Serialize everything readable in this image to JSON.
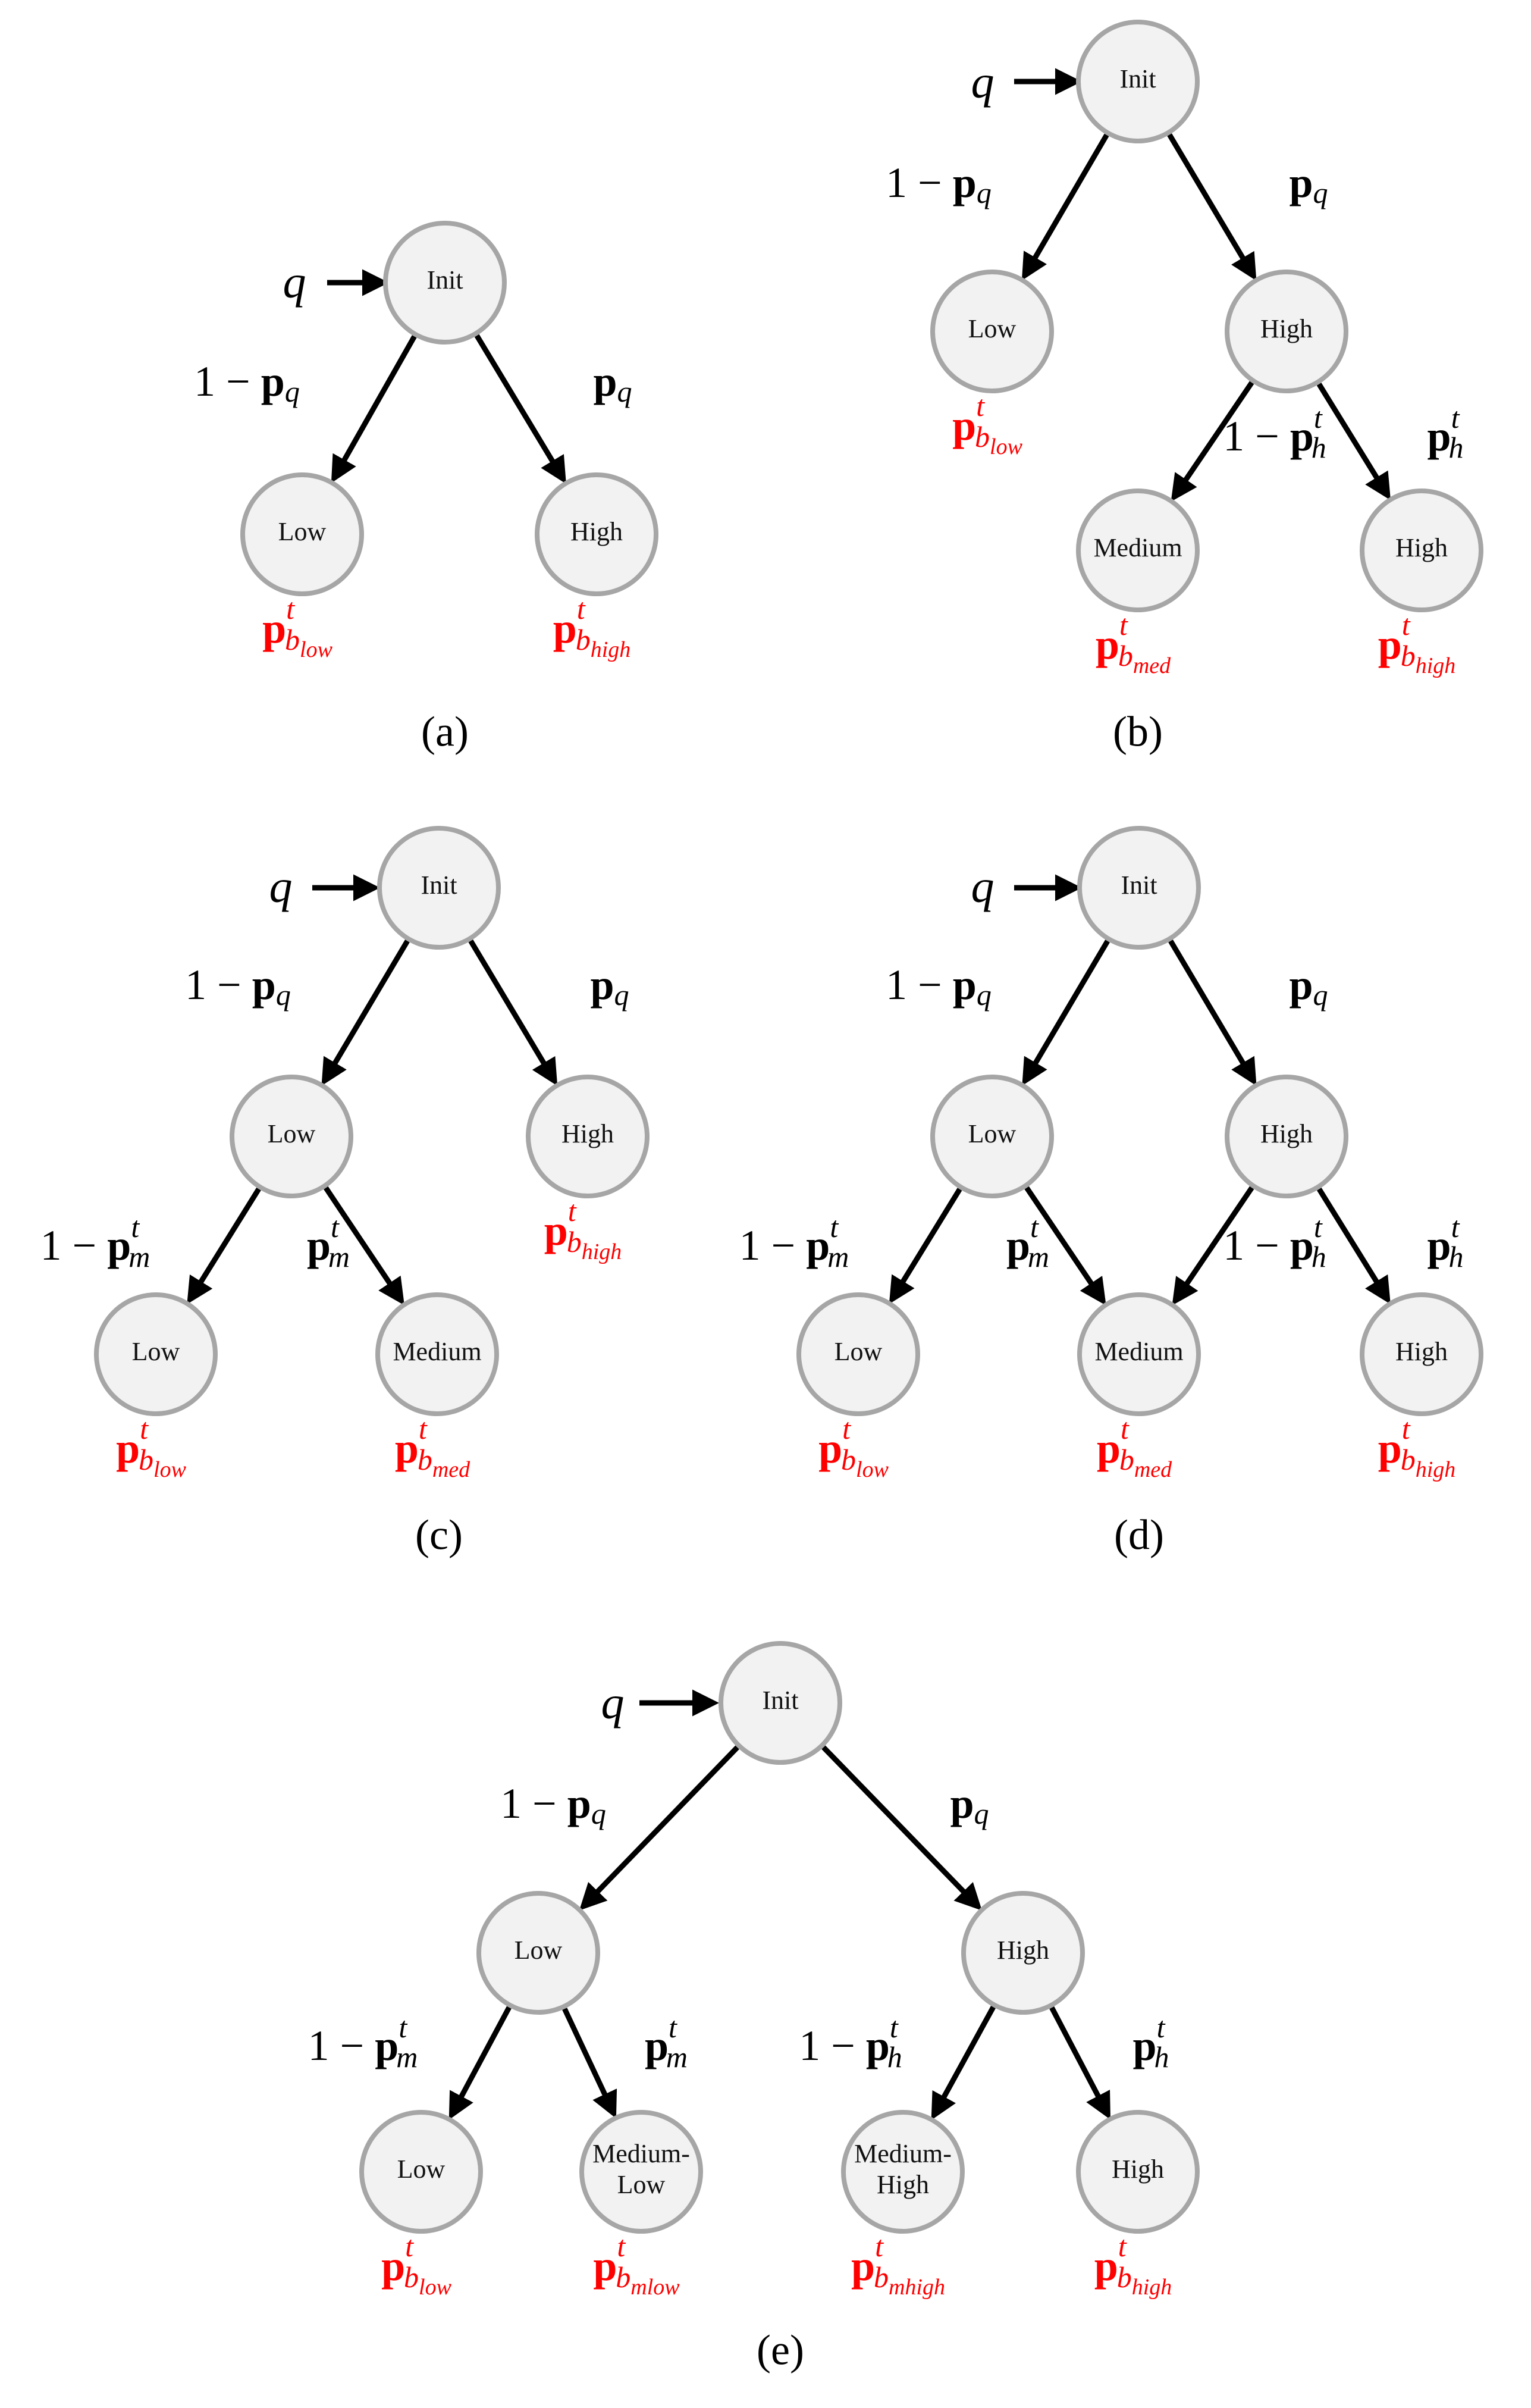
{
  "labels": {
    "input": "q",
    "one_minus": "1 − ",
    "p_bold": "p",
    "sup_t": "t",
    "sub_b": "b",
    "sub_q": "q",
    "sub_m": "m",
    "sub_h": "h",
    "sub_low": "low",
    "sub_high": "high",
    "sub_med": "med",
    "sub_mlow": "mlow",
    "sub_mhigh": "mhigh"
  },
  "panels": [
    {
      "caption": "(a)",
      "nodes": [
        {
          "id": "init",
          "label": "Init"
        },
        {
          "id": "low",
          "label": "Low"
        },
        {
          "id": "high",
          "label": "High"
        }
      ],
      "leaves": [
        {
          "node": "low",
          "sub": "low"
        },
        {
          "node": "high",
          "sub": "high"
        }
      ]
    },
    {
      "caption": "(b)",
      "nodes": [
        {
          "id": "init",
          "label": "Init"
        },
        {
          "id": "low",
          "label": "Low"
        },
        {
          "id": "high",
          "label": "High"
        },
        {
          "id": "medium",
          "label": "Medium"
        },
        {
          "id": "high2",
          "label": "High"
        }
      ],
      "leaves": [
        {
          "node": "low",
          "sub": "low"
        },
        {
          "node": "medium",
          "sub": "med"
        },
        {
          "node": "high2",
          "sub": "high"
        }
      ]
    },
    {
      "caption": "(c)",
      "nodes": [
        {
          "id": "init",
          "label": "Init"
        },
        {
          "id": "low",
          "label": "Low"
        },
        {
          "id": "high",
          "label": "High"
        },
        {
          "id": "low2",
          "label": "Low"
        },
        {
          "id": "medium",
          "label": "Medium"
        }
      ],
      "leaves": [
        {
          "node": "high",
          "sub": "high"
        },
        {
          "node": "low2",
          "sub": "low"
        },
        {
          "node": "medium",
          "sub": "med"
        }
      ]
    },
    {
      "caption": "(d)",
      "nodes": [
        {
          "id": "init",
          "label": "Init"
        },
        {
          "id": "low",
          "label": "Low"
        },
        {
          "id": "high",
          "label": "High"
        },
        {
          "id": "low2",
          "label": "Low"
        },
        {
          "id": "medium",
          "label": "Medium"
        },
        {
          "id": "high2",
          "label": "High"
        }
      ],
      "leaves": [
        {
          "node": "low2",
          "sub": "low"
        },
        {
          "node": "medium",
          "sub": "med"
        },
        {
          "node": "high2",
          "sub": "high"
        }
      ]
    },
    {
      "caption": "(e)",
      "nodes": [
        {
          "id": "init",
          "label": "Init"
        },
        {
          "id": "low",
          "label": "Low"
        },
        {
          "id": "high",
          "label": "High"
        },
        {
          "id": "low2",
          "label": "Low"
        },
        {
          "id": "medlow",
          "label": "Medium-\nLow"
        },
        {
          "id": "medhigh",
          "label": "Medium-\nHigh"
        },
        {
          "id": "high2",
          "label": "High"
        }
      ],
      "leaves": [
        {
          "node": "low2",
          "sub": "low"
        },
        {
          "node": "medlow",
          "sub": "mlow"
        },
        {
          "node": "medhigh",
          "sub": "mhigh"
        },
        {
          "node": "high2",
          "sub": "high"
        }
      ]
    }
  ],
  "edges": {
    "q_low": "1 − p_q",
    "q_high": "p_q",
    "m_low": "1 − p_m^t",
    "m_high": "p_m^t",
    "h_low": "1 − p_h^t",
    "h_high": "p_h^t"
  }
}
